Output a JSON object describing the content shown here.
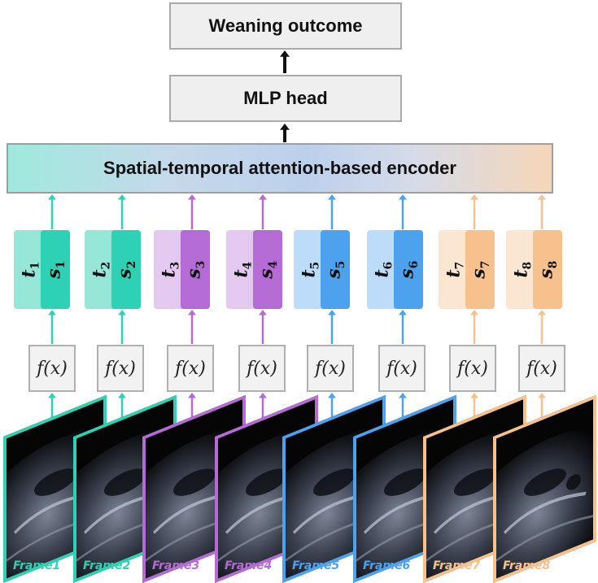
{
  "outcome_label": "Weaning outcome",
  "mlp_label": "MLP head",
  "encoder_label": "Spatial-temporal attention-based encoder",
  "fx_label": "f(x)",
  "colors": {
    "teal": "#2fd1b4",
    "teal_light": "#96e6d7",
    "purple": "#b56bd4",
    "purple_light": "#e3c8ef",
    "blue": "#4da2ee",
    "blue_light": "#bcdcf9",
    "peach": "#f6c18d",
    "peach_light": "#fbe6d2",
    "arrow_black": "#111111"
  },
  "tokens": [
    {
      "t": "t",
      "t_sub": "1",
      "s": "s",
      "s_sub": "1",
      "color": "#2fd1b4",
      "light": "#96e6d7"
    },
    {
      "t": "t",
      "t_sub": "2",
      "s": "s",
      "s_sub": "2",
      "color": "#2fd1b4",
      "light": "#96e6d7"
    },
    {
      "t": "t",
      "t_sub": "3",
      "s": "s",
      "s_sub": "3",
      "color": "#b56bd4",
      "light": "#e3c8ef"
    },
    {
      "t": "t",
      "t_sub": "4",
      "s": "s",
      "s_sub": "4",
      "color": "#b56bd4",
      "light": "#e3c8ef"
    },
    {
      "t": "t",
      "t_sub": "5",
      "s": "s",
      "s_sub": "5",
      "color": "#4da2ee",
      "light": "#bcdcf9"
    },
    {
      "t": "t",
      "t_sub": "6",
      "s": "s",
      "s_sub": "6",
      "color": "#4da2ee",
      "light": "#bcdcf9"
    },
    {
      "t": "t",
      "t_sub": "7",
      "s": "s",
      "s_sub": "7",
      "color": "#f6c18d",
      "light": "#fbe6d2"
    },
    {
      "t": "t",
      "t_sub": "8",
      "s": "s",
      "s_sub": "8",
      "color": "#f6c18d",
      "light": "#fbe6d2"
    }
  ],
  "frames": [
    {
      "label": "Frame1",
      "color": "#2fd1b4"
    },
    {
      "label": "Frame2",
      "color": "#2fd1b4"
    },
    {
      "label": "Frame3",
      "color": "#b56bd4"
    },
    {
      "label": "Frame4",
      "color": "#b56bd4"
    },
    {
      "label": "Frame5",
      "color": "#4da2ee"
    },
    {
      "label": "Frame6",
      "color": "#4da2ee"
    },
    {
      "label": "Frame7",
      "color": "#f6c18d"
    },
    {
      "label": "Frame8",
      "color": "#f6c18d"
    }
  ]
}
